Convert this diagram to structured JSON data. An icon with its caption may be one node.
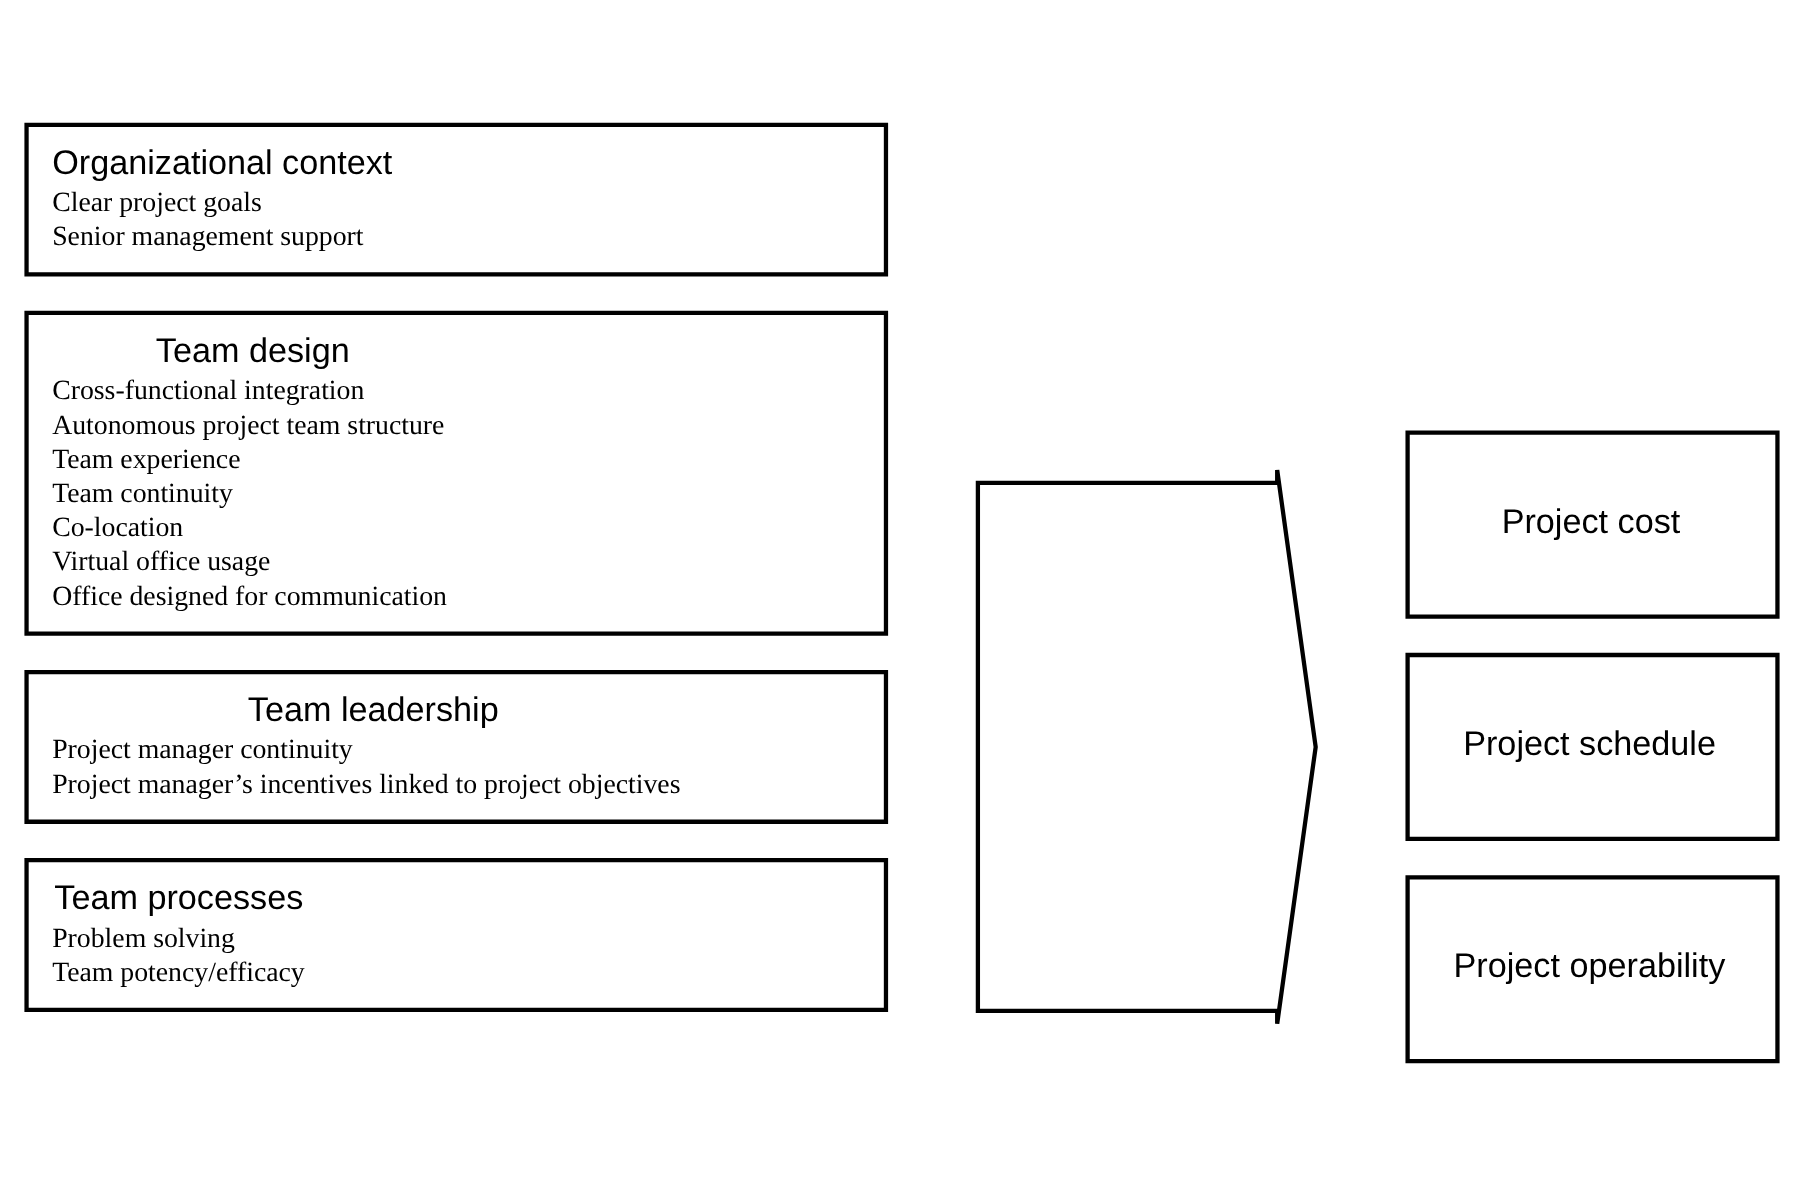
{
  "diagram": {
    "nodes": [
      {
        "text": [
          "Organizational context",
          "Clear project goals",
          "Senior management support"
        ]
      },
      {
        "text": [
          "Team design",
          "Cross-functional integration",
          "Autonomous project team structure",
          "Team experience",
          "Team continuity",
          "Co-location",
          "Virtual office usage",
          "Office designed for communication"
        ]
      },
      {
        "text": [
          "Team leadership",
          "Project manager continuity",
          "Project manager’s incentives linked to project objectives"
        ]
      },
      {
        "text": [
          "Team processes",
          "Problem solving",
          "Team potency/efficacy"
        ]
      },
      {
        "text": [],
        "shape": "arrow"
      },
      {
        "text": [
          "Project cost"
        ]
      },
      {
        "text": [
          "Project schedule"
        ]
      },
      {
        "text": [
          "Project operability"
        ]
      }
    ],
    "edges": []
  }
}
